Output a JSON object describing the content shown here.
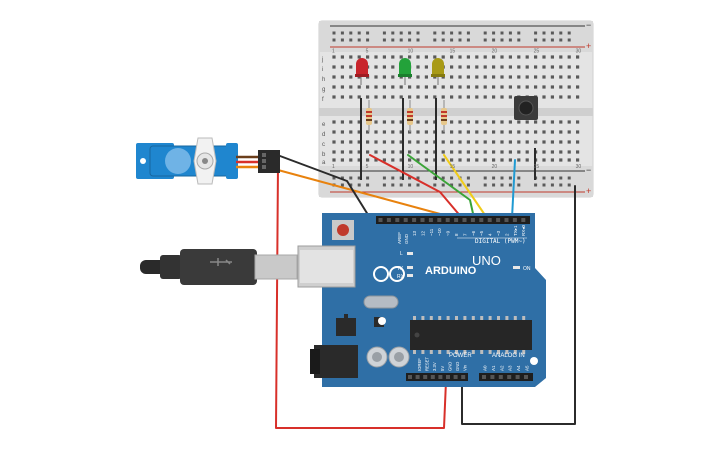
{
  "breadboard": {
    "rail_plus": "+",
    "rail_minus": "−",
    "row_letters_top": [
      "j",
      "i",
      "h",
      "g",
      "f"
    ],
    "row_letters_bottom": [
      "e",
      "d",
      "c",
      "b",
      "a"
    ],
    "column_numbers": [
      "1",
      "5",
      "10",
      "15",
      "20",
      "25",
      "30"
    ]
  },
  "leds": [
    {
      "name": "red-led",
      "color": "#c8242b"
    },
    {
      "name": "green-led",
      "color": "#23a23a"
    },
    {
      "name": "yellow-led",
      "color": "#a89a16"
    }
  ],
  "arduino": {
    "board_color": "#2f6fa6",
    "brand": "ARDUINO",
    "model": "UNO",
    "on_label": "ON",
    "digital_label": "DIGITAL (PWM~)",
    "power_label": "POWER",
    "analog_label": "ANALOG IN",
    "aref": "AREF",
    "gnd": "GND",
    "digital_pins": [
      "13",
      "12",
      "~11",
      "~10",
      "~9",
      "8",
      "7",
      "~6",
      "~5",
      "4",
      "~3",
      "2",
      "TX▸1",
      "RX◂0"
    ],
    "power_pins": [
      "IOREF",
      "RESET",
      "3.3V",
      "5V",
      "GND",
      "GND",
      "Vin"
    ],
    "analog_pins": [
      "A0",
      "A1",
      "A2",
      "A3",
      "A4",
      "A5"
    ],
    "led_labels": [
      "L",
      "TX",
      "RX"
    ]
  },
  "wire_colors": {
    "red": "#d8302a",
    "black": "#2b2b2b",
    "orange": "#e8820e",
    "green": "#3aa437",
    "yellow": "#f0cc1a",
    "blue": "#1f9ad2"
  }
}
